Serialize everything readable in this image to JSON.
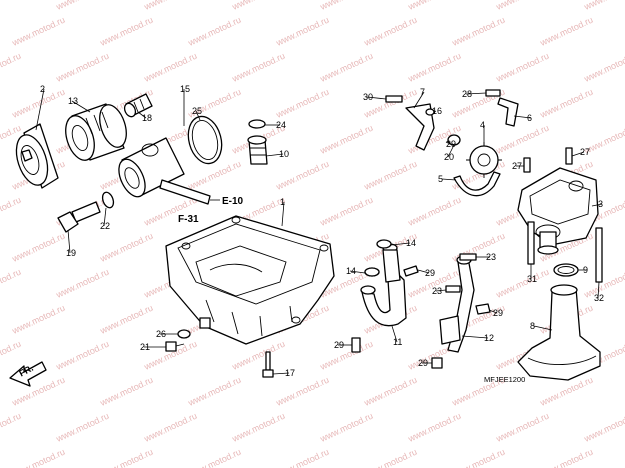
{
  "watermark": "www.motod.ru",
  "diagram_code": "MFJEE1200",
  "direction_label": "FR.",
  "references": [
    "E-10",
    "F-31"
  ],
  "callouts": [
    "1",
    "2",
    "3",
    "4",
    "5",
    "6",
    "7",
    "8",
    "9",
    "10",
    "11",
    "12",
    "13",
    "14",
    "14",
    "15",
    "16",
    "17",
    "18",
    "19",
    "20",
    "21",
    "22",
    "23",
    "23",
    "24",
    "25",
    "26",
    "27",
    "27",
    "28",
    "29",
    "29",
    "29",
    "29",
    "29",
    "30",
    "31",
    "32"
  ]
}
